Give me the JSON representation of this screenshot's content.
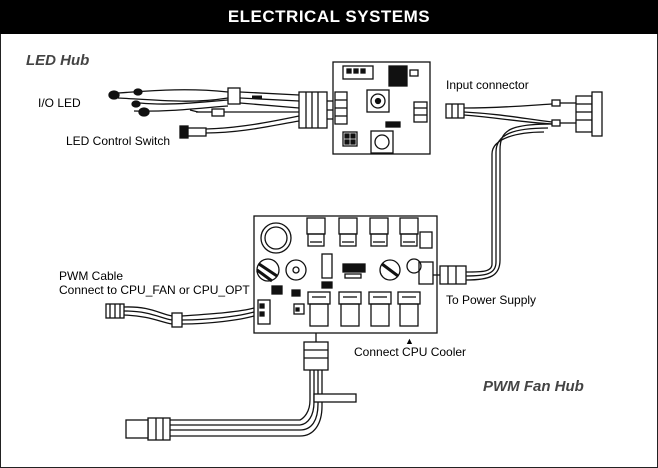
{
  "header": {
    "title": "ELECTRICAL SYSTEMS"
  },
  "sections": {
    "led_hub": "LED Hub",
    "pwm_fan_hub": "PWM Fan Hub"
  },
  "labels": {
    "io_led": "I/O LED",
    "led_control_switch": "LED Control Switch",
    "input_connector": "Input connector",
    "pwm_cable_line1": "PWM Cable",
    "pwm_cable_line2": "Connect to CPU_FAN or CPU_OPT",
    "to_power_supply": "To Power Supply",
    "connect_cpu_cooler": "Connect CPU Cooler",
    "arrow": "▲"
  },
  "colors": {
    "header_bg": "#000000",
    "line": "#111111",
    "section_title": "#444444"
  }
}
